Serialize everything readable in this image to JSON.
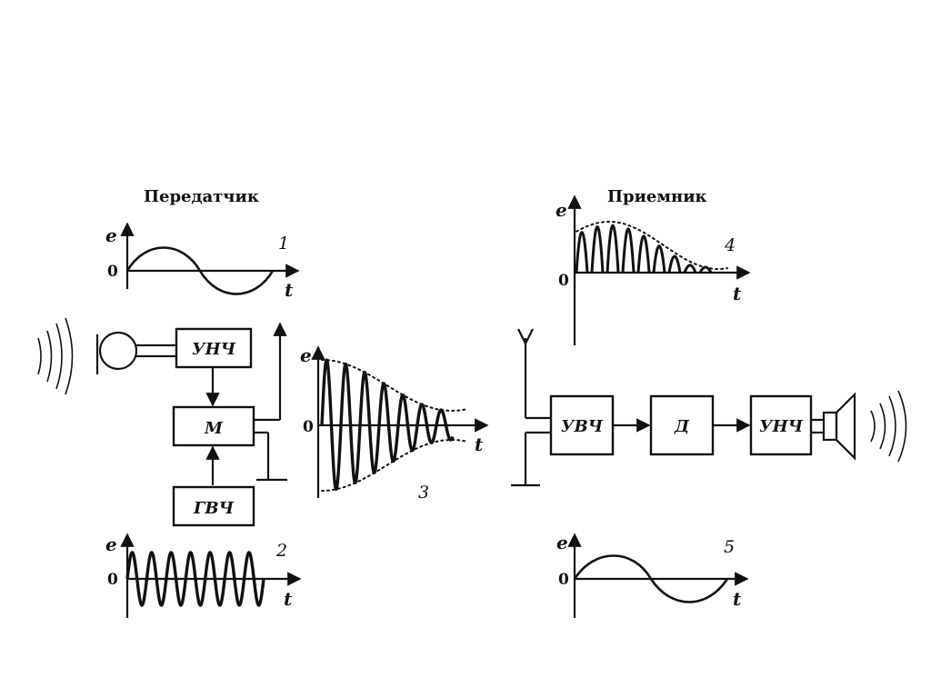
{
  "transmitter": {
    "title": "Передатчик",
    "blocks": {
      "lf_amp": "УНЧ",
      "modulator": "М",
      "hf_gen": "ГВЧ"
    }
  },
  "receiver": {
    "title": "Приемник",
    "blocks": {
      "hf_amp": "УВЧ",
      "detector": "Д",
      "lf_amp": "УНЧ"
    }
  },
  "graphs": {
    "g1": {
      "number": "1",
      "y_axis": "e",
      "x_axis": "t",
      "origin": "0"
    },
    "g2": {
      "number": "2",
      "y_axis": "e",
      "x_axis": "t",
      "origin": "0"
    },
    "g3": {
      "number": "3",
      "y_axis": "e",
      "x_axis": "t",
      "origin": "0"
    },
    "g4": {
      "number": "4",
      "y_axis": "e",
      "x_axis": "t",
      "origin": "0"
    },
    "g5": {
      "number": "5",
      "y_axis": "e",
      "x_axis": "t",
      "origin": "0"
    }
  }
}
